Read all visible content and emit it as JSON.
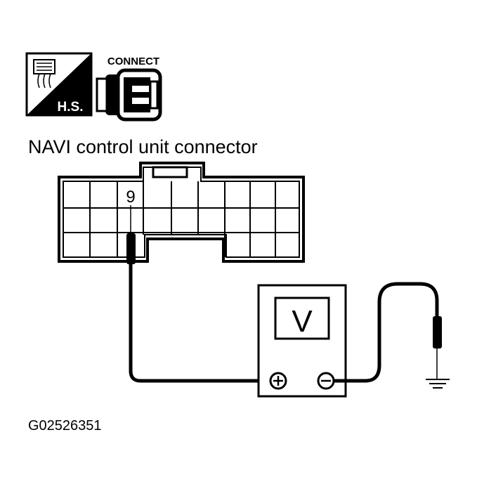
{
  "icons": {
    "harness_side": {
      "label": "H.S.",
      "icon": "harness-side-icon"
    },
    "connect": {
      "label": "CONNECT",
      "icon": "connector-connect-icon"
    }
  },
  "title": "NAVI control unit connector",
  "connector": {
    "terminal_label": "9",
    "icon": "connector-icon"
  },
  "meter": {
    "label": "V",
    "positive": "+",
    "negative": "−",
    "icon": "voltmeter-icon"
  },
  "ground": {
    "icon": "ground-icon"
  },
  "figure_id": "G02526351"
}
